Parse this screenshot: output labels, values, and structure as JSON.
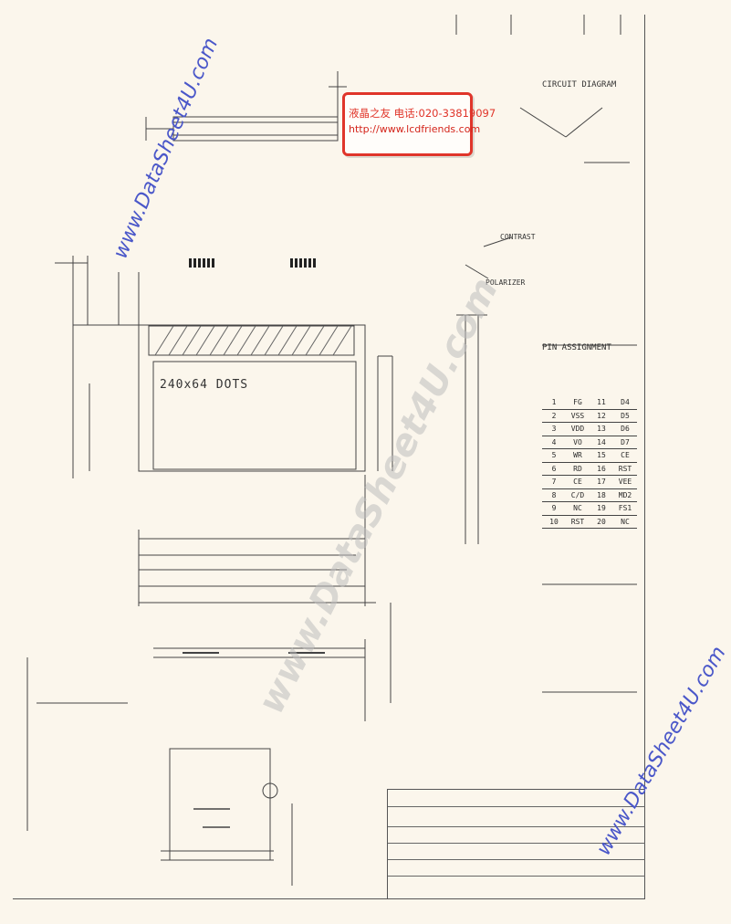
{
  "watermarks": {
    "left": "www.DataSheet4U.com",
    "center": "www.DataSheet4U.com",
    "right": "www.DataSheet4U.com"
  },
  "stamp": {
    "line1": "液晶之友 电话:020-33819097",
    "line2": "http://www.lcdfriends.com"
  },
  "module": {
    "model_label": "240x64 DOTS"
  },
  "circuit": {
    "title": "CIRCUIT DIAGRAM"
  },
  "pin_table": {
    "title": "PIN ASSIGNMENT",
    "rows": [
      [
        "1",
        "FG",
        "11",
        "D4"
      ],
      [
        "2",
        "VSS",
        "12",
        "D5"
      ],
      [
        "3",
        "VDD",
        "13",
        "D6"
      ],
      [
        "4",
        "VO",
        "14",
        "D7"
      ],
      [
        "5",
        "WR",
        "15",
        "CE"
      ],
      [
        "6",
        "RD",
        "16",
        "RST"
      ],
      [
        "7",
        "CE",
        "17",
        "VEE"
      ],
      [
        "8",
        "C/D",
        "18",
        "MD2"
      ],
      [
        "9",
        "NC",
        "19",
        "FS1"
      ],
      [
        "10",
        "RST",
        "20",
        "NC"
      ]
    ]
  },
  "labels": {
    "contrast": "CONTRAST",
    "polarizer": "POLARIZER"
  },
  "colors": {
    "stamp_red": "#e0352a",
    "watermark_blue": "#4a57c9",
    "paper": "#fbf6ec"
  }
}
